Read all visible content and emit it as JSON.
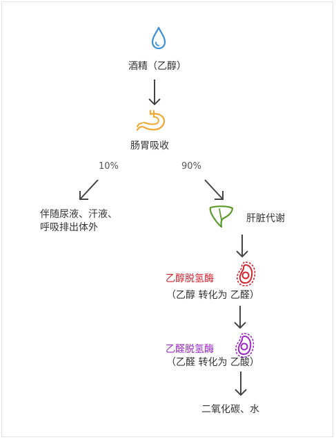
{
  "nodes": {
    "alcohol": "酒精（乙醇）",
    "absorb": "肠胃吸收",
    "excrete_line1": "伴随尿液、汗液、",
    "excrete_line2": "呼吸排出体外",
    "liver": "肝脏代谢",
    "enzyme1": "乙醇脱氢酶",
    "enzyme1_desc": "（乙醇 转化为 乙醛）",
    "enzyme2": "乙醛脱氢酶",
    "enzyme2_desc": "（乙醛 转化为 乙酸）",
    "final": "二氧化碳、水"
  },
  "percentages": {
    "left": "10%",
    "right": "90%"
  },
  "icons": {
    "drop": "water-drop-icon",
    "stomach": "stomach-icon",
    "liver": "liver-icon",
    "enzyme1": "enzyme-icon",
    "enzyme2": "enzyme-icon"
  },
  "colors": {
    "drop": "#3b8fd6",
    "stomach": "#f0a830",
    "liver": "#5d9a2e",
    "enzyme1": "#d4232e",
    "enzyme2": "#9b27c8",
    "arrow": "#444444"
  }
}
